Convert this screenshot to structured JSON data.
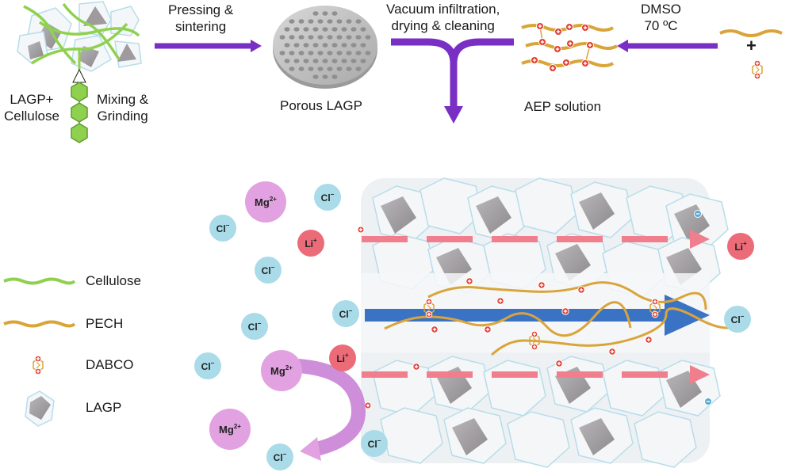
{
  "title": "Fabrication process of PECH/LAGP composite and selective ion transport",
  "steps": {
    "start_left": "LAGP+",
    "start_left2": "Cellulose",
    "mixing": "Mixing &",
    "mixing2": "Grinding",
    "pressing": "Pressing &",
    "pressing2": "sintering",
    "porous": "Porous LAGP",
    "vacuum": "Vacuum infiltration,",
    "vacuum2": "drying & cleaning",
    "aep": "AEP solution",
    "dmso": "DMSO",
    "temp": "70 ºC",
    "plus": "+"
  },
  "legend": [
    {
      "label": "Cellulose",
      "color": "#8fd14f"
    },
    {
      "label": "PECH",
      "color": "#d9a53a"
    },
    {
      "label": "DABCO",
      "color": "#e23b2e"
    },
    {
      "label": "LAGP",
      "color": "#a9a6a9"
    }
  ],
  "ions": {
    "mg": "Mg",
    "mg_sup": "2+",
    "li": "Li",
    "li_sup": "+",
    "cl": "Cl",
    "cl_sup": "−"
  },
  "colors": {
    "arrow": "#7a2fc4",
    "mg": "#e2a1e0",
    "li": "#ec6b79",
    "cl": "#a9dbe8",
    "li_path": "#f07e8c",
    "cl_path": "#3b73c4",
    "charge": "#e23b2e"
  }
}
